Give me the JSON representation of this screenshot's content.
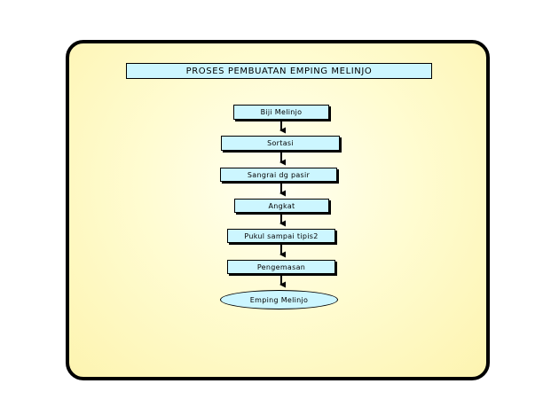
{
  "diagram": {
    "title": "PROSES  PEMBUATAN  EMPING MELINJO",
    "steps": [
      {
        "label": "Biji Melinjo"
      },
      {
        "label": "Sortasi"
      },
      {
        "label": "Sangrai dg pasir"
      },
      {
        "label": "Angkat"
      },
      {
        "label": "Pukul sampai tipis2"
      },
      {
        "label": "Pengemasan"
      },
      {
        "label": "Emping Melinjo"
      }
    ]
  }
}
